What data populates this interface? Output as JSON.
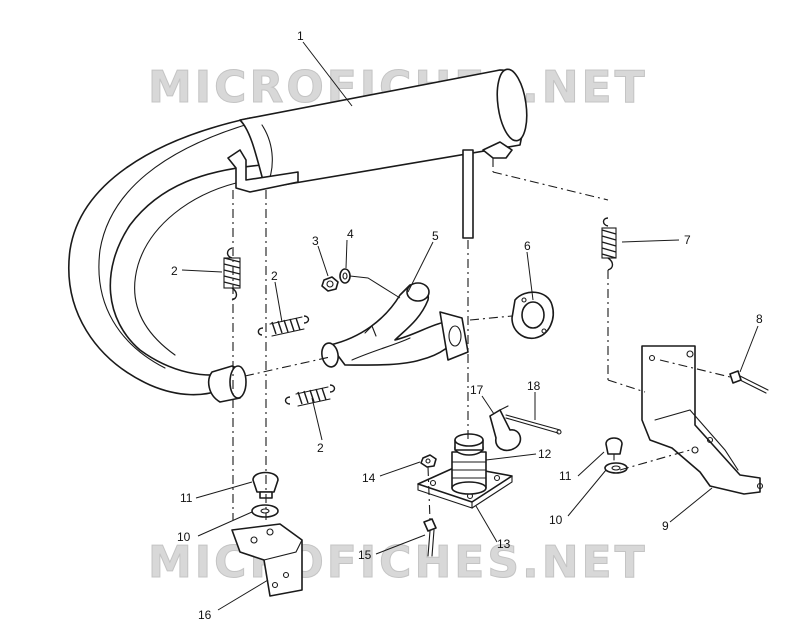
{
  "watermark": {
    "top": "MICROFICHES.NET",
    "bottom": "MICROFICHES.NET"
  },
  "callouts": {
    "c1": "1",
    "c2a": "2",
    "c2b": "2",
    "c2c": "2",
    "c3": "3",
    "c4": "4",
    "c5": "5",
    "c6": "6",
    "c7": "7",
    "c8": "8",
    "c9": "9",
    "c10a": "10",
    "c10b": "10",
    "c11a": "11",
    "c11b": "11",
    "c12": "12",
    "c13": "13",
    "c14": "14",
    "c15": "15",
    "c16": "16",
    "c17": "17",
    "c18": "18"
  }
}
